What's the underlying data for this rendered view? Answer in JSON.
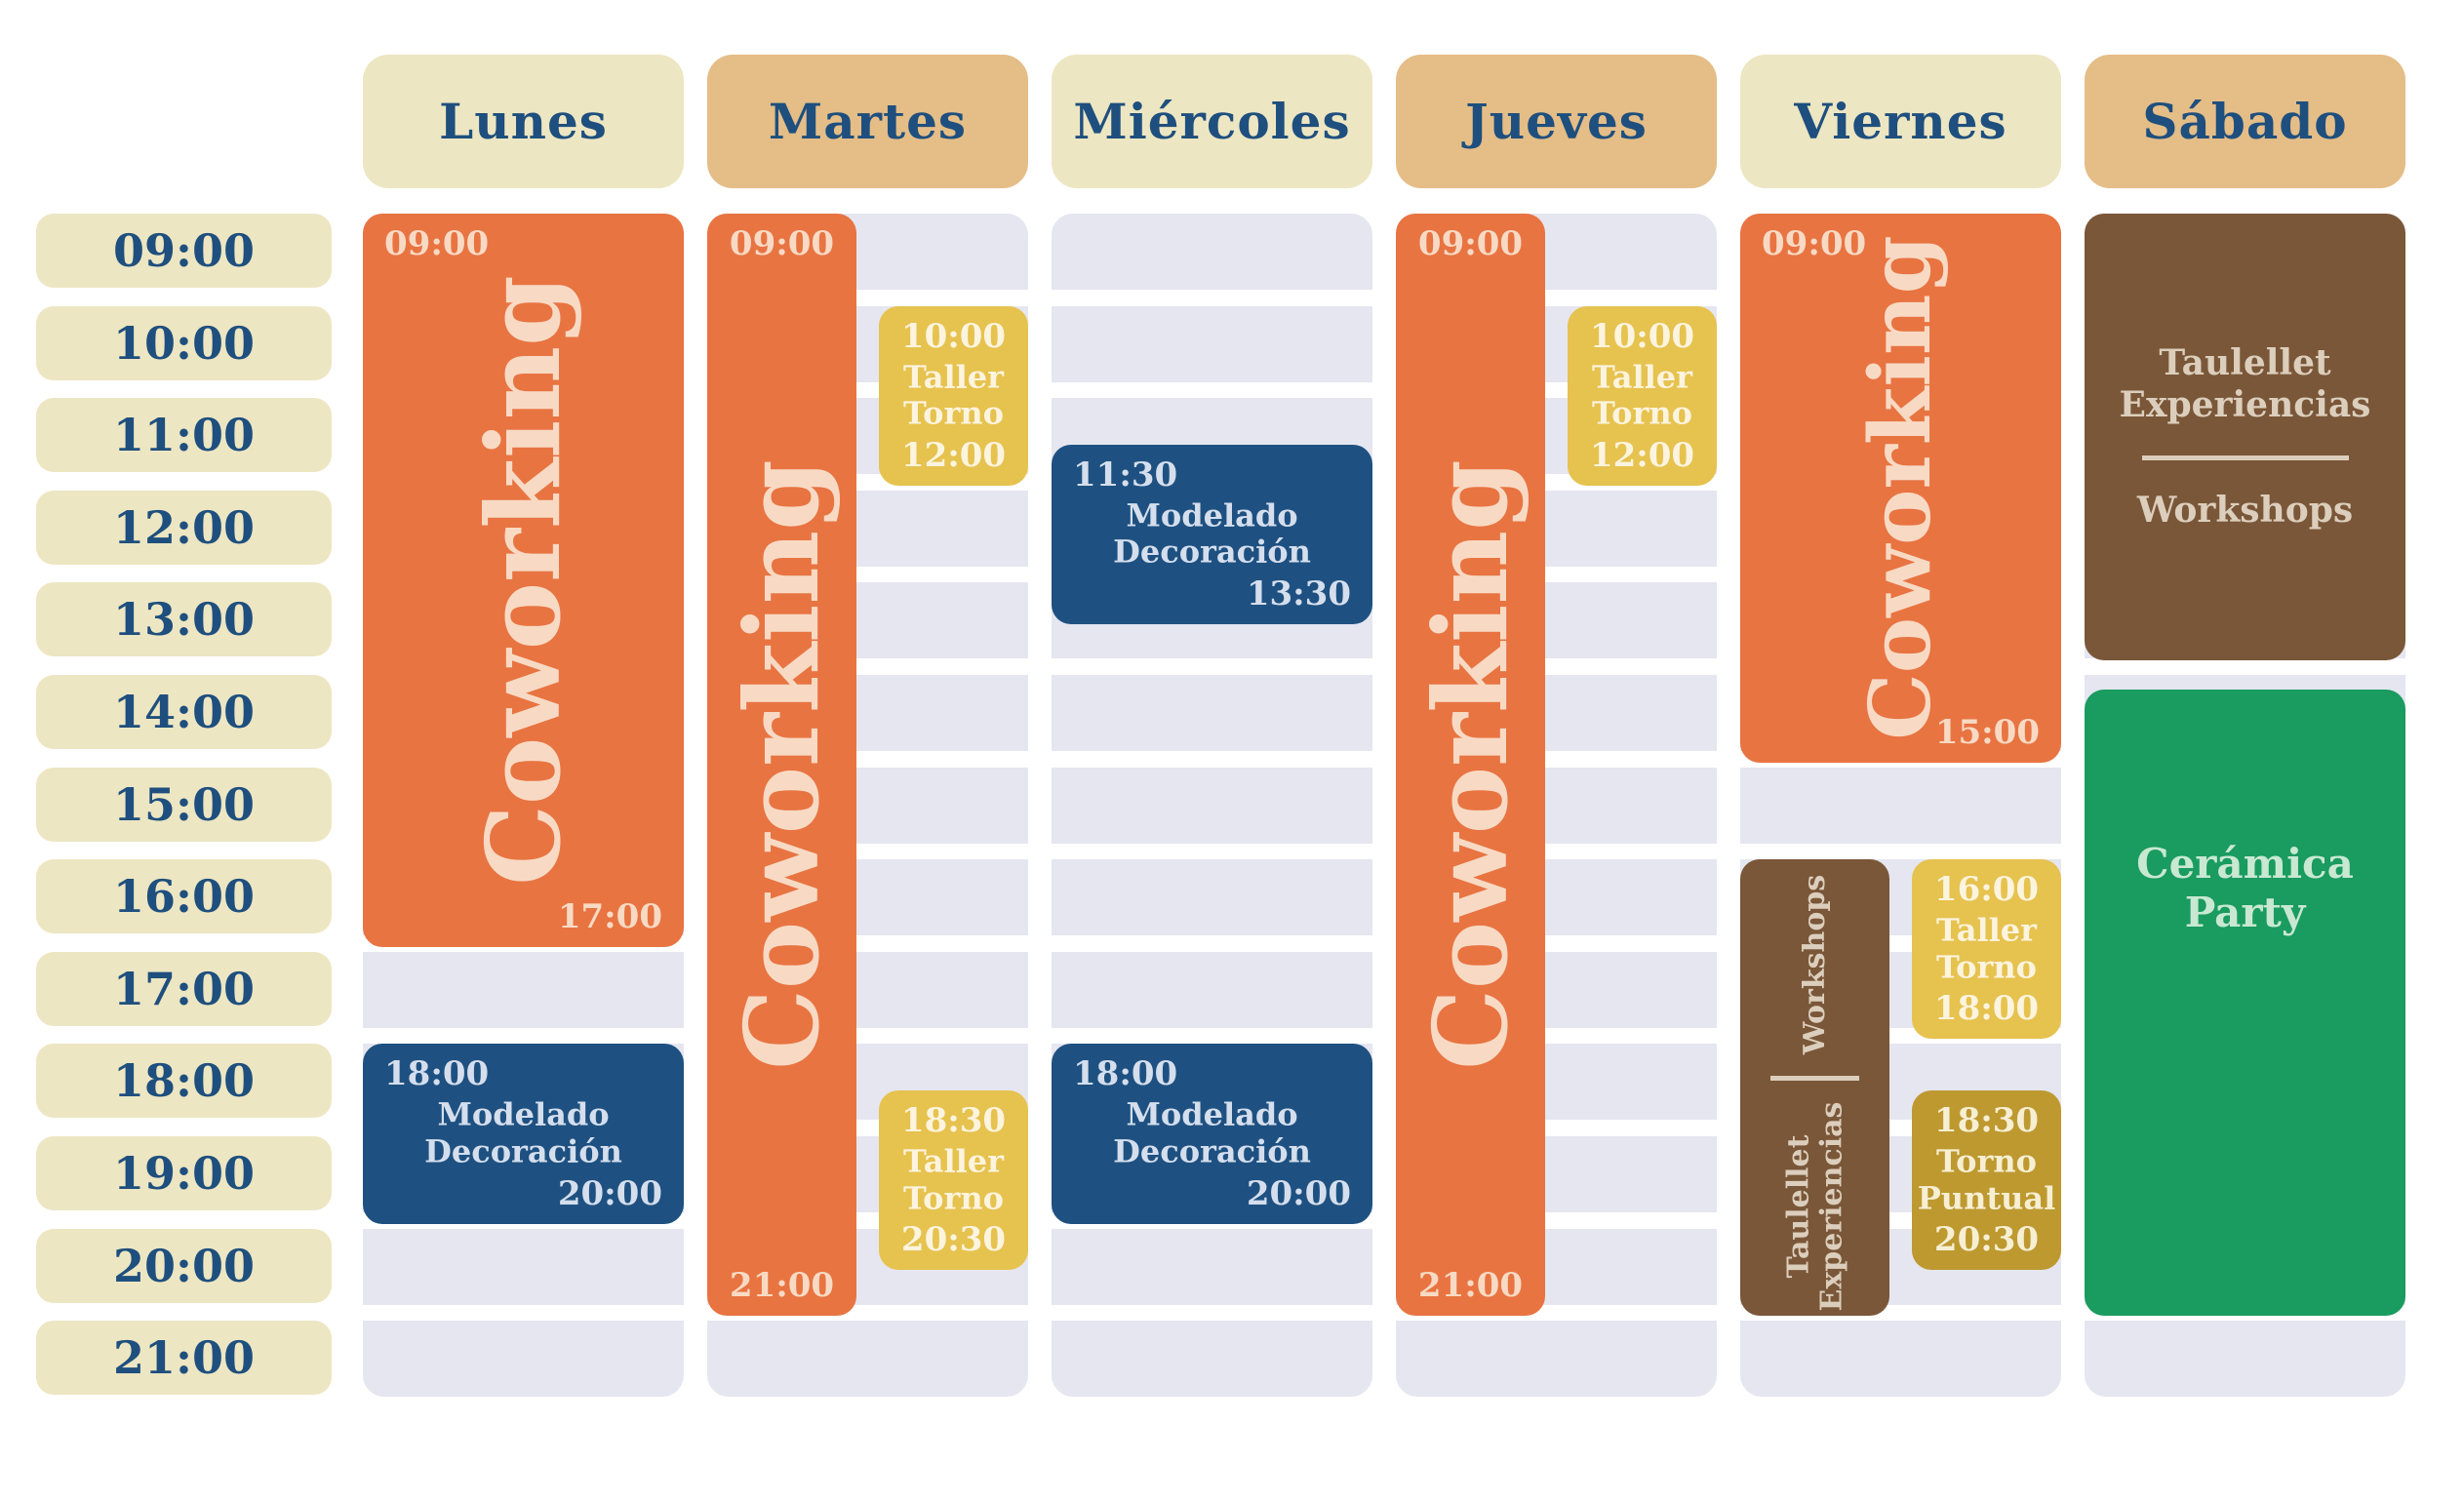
{
  "palette": {
    "background": "#FFFFFF",
    "stripe": "#E5E6F0",
    "cream": "#EDE6C2",
    "tan": "#E4BD87",
    "navy": "#1E4F7E",
    "orange": "#E87442",
    "orange_text": "#F8DAC4",
    "blue": "#1E5181",
    "blue_text": "#D5DEED",
    "yellow": "#E6C24F",
    "yellow_text": "#FCF4DE",
    "gold": "#BD9930",
    "gold_text": "#F7EFD3",
    "brown": "#7A5739",
    "brown_text": "#DCCEBC",
    "green": "#1A9B5F",
    "green_text": "#C8E8D2"
  },
  "time_column": {
    "labels": [
      "09:00",
      "10:00",
      "11:00",
      "12:00",
      "13:00",
      "14:00",
      "15:00",
      "16:00",
      "17:00",
      "18:00",
      "19:00",
      "20:00",
      "21:00"
    ]
  },
  "days": [
    {
      "name": "Lunes",
      "header_color": "cream",
      "events": [
        {
          "id": "lun-coworking",
          "title": "Coworking",
          "orientation": "vertical",
          "color": "orange",
          "span": [
            9,
            17
          ],
          "start_label": "09:00",
          "end_label": "17:00",
          "slot": "full",
          "label_align": "edges"
        },
        {
          "id": "lun-modelado",
          "title_lines": [
            "Modelado",
            "Decoración"
          ],
          "orientation": "horizontal",
          "color": "blue",
          "span": [
            18,
            20
          ],
          "start_label": "18:00",
          "end_label": "20:00",
          "slot": "full",
          "label_align": "edges"
        }
      ]
    },
    {
      "name": "Martes",
      "header_color": "tan",
      "events": [
        {
          "id": "mar-coworking",
          "title": "Coworking",
          "orientation": "vertical",
          "color": "orange",
          "span": [
            9,
            21
          ],
          "start_label": "09:00",
          "end_label": "21:00",
          "slot": "left",
          "label_align": "center"
        },
        {
          "id": "mar-taller-torno-am",
          "title_lines": [
            "Taller",
            "Torno"
          ],
          "orientation": "horizontal",
          "color": "yellow",
          "span": [
            10,
            12
          ],
          "start_label": "10:00",
          "end_label": "12:00",
          "slot": "right",
          "label_align": "center"
        },
        {
          "id": "mar-taller-torno-pm",
          "title_lines": [
            "Taller",
            "Torno"
          ],
          "orientation": "horizontal",
          "color": "yellow",
          "span": [
            18.5,
            20.5
          ],
          "start_label": "18:30",
          "end_label": "20:30",
          "slot": "right",
          "label_align": "center"
        }
      ]
    },
    {
      "name": "Miércoles",
      "header_color": "cream",
      "events": [
        {
          "id": "mie-modelado-am",
          "title_lines": [
            "Modelado",
            "Decoración"
          ],
          "orientation": "horizontal",
          "color": "blue",
          "span": [
            11.5,
            13.5
          ],
          "start_label": "11:30",
          "end_label": "13:30",
          "slot": "full",
          "label_align": "edges"
        },
        {
          "id": "mie-modelado-pm",
          "title_lines": [
            "Modelado",
            "Decoración"
          ],
          "orientation": "horizontal",
          "color": "blue",
          "span": [
            18,
            20
          ],
          "start_label": "18:00",
          "end_label": "20:00",
          "slot": "full",
          "label_align": "edges"
        }
      ]
    },
    {
      "name": "Jueves",
      "header_color": "tan",
      "events": [
        {
          "id": "jue-coworking",
          "title": "Coworking",
          "orientation": "vertical",
          "color": "orange",
          "span": [
            9,
            21
          ],
          "start_label": "09:00",
          "end_label": "21:00",
          "slot": "left",
          "label_align": "center"
        },
        {
          "id": "jue-taller-torno",
          "title_lines": [
            "Taller",
            "Torno"
          ],
          "orientation": "horizontal",
          "color": "yellow",
          "span": [
            10,
            12
          ],
          "start_label": "10:00",
          "end_label": "12:00",
          "slot": "right",
          "label_align": "center"
        }
      ]
    },
    {
      "name": "Viernes",
      "header_color": "cream",
      "events": [
        {
          "id": "vie-coworking",
          "title": "Coworking",
          "orientation": "vertical",
          "color": "orange",
          "span": [
            9,
            15
          ],
          "start_label": "09:00",
          "end_label": "15:00",
          "slot": "full",
          "label_align": "edges"
        },
        {
          "id": "vie-workshops-taulellet",
          "orientation": "vertical",
          "color": "brown",
          "span": [
            16,
            21
          ],
          "slot": "left",
          "sections": {
            "first": [
              "Workshops"
            ],
            "second": [
              "Taulellet",
              "Experiencias"
            ],
            "divider": true
          }
        },
        {
          "id": "vie-taller-torno",
          "title_lines": [
            "Taller",
            "Torno"
          ],
          "orientation": "horizontal",
          "color": "yellow",
          "span": [
            16,
            18
          ],
          "start_label": "16:00",
          "end_label": "18:00",
          "slot": "right",
          "label_align": "center"
        },
        {
          "id": "vie-torno-puntual",
          "title_lines": [
            "Torno",
            "Puntual"
          ],
          "orientation": "horizontal",
          "color": "gold",
          "span": [
            18.5,
            20.5
          ],
          "start_label": "18:30",
          "end_label": "20:30",
          "slot": "right",
          "label_align": "center"
        }
      ]
    },
    {
      "name": "Sábado",
      "header_color": "tan",
      "events": [
        {
          "id": "sab-taulellet-workshops",
          "orientation": "horizontal",
          "color": "brown",
          "span": [
            9,
            14
          ],
          "slot": "full",
          "sections": {
            "first": [
              "Taulellet",
              "Experiencias"
            ],
            "second": [
              "Workshops"
            ],
            "divider": true
          }
        },
        {
          "id": "sab-ceramica-party",
          "title_lines": [
            "Cerámica",
            "Party"
          ],
          "orientation": "horizontal",
          "color": "green",
          "span": [
            14,
            21
          ],
          "slot": "full",
          "title_position": "upper"
        }
      ]
    }
  ]
}
